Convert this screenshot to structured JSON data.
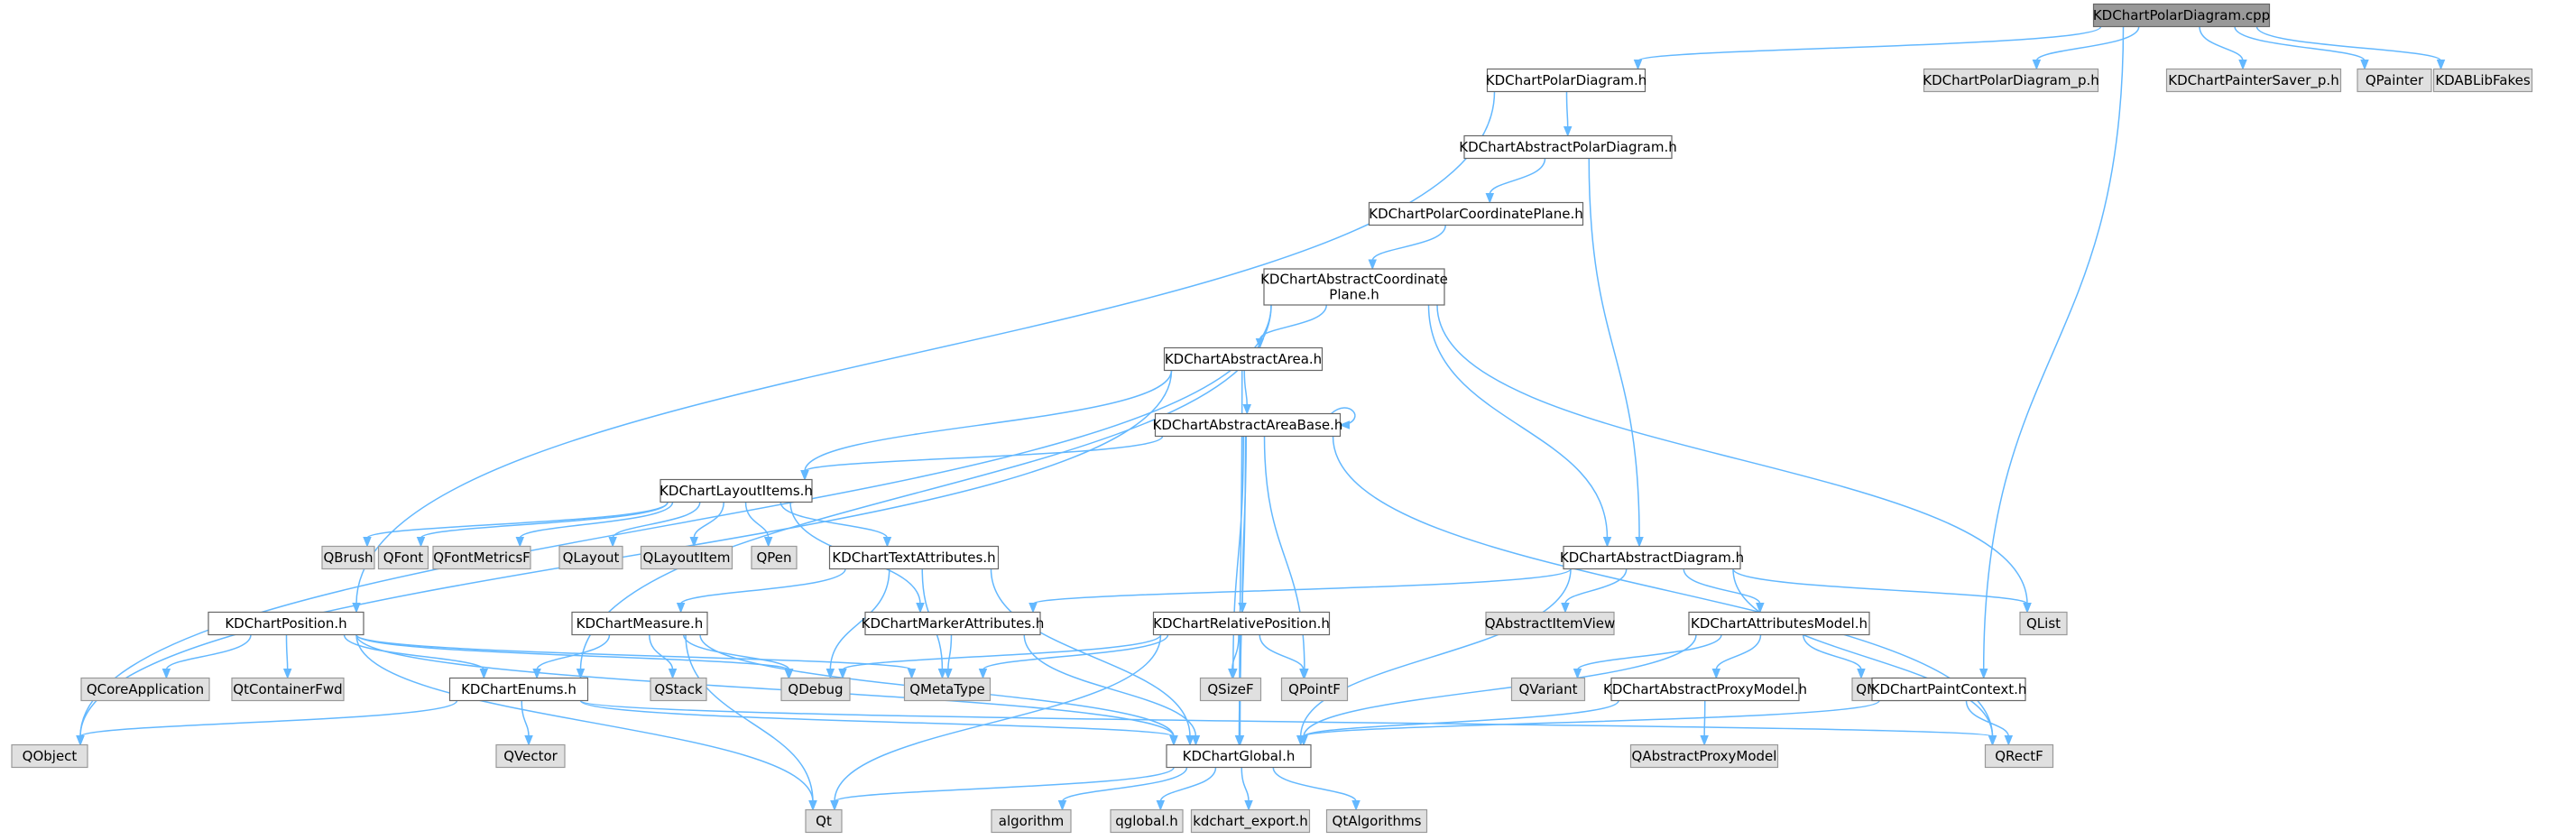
{
  "colors": {
    "edge": "#63b8ff",
    "root_fill": "#999999",
    "header_fill": "#ffffff",
    "external_fill": "#e0e0e0",
    "border": "#666666"
  },
  "nodes": [
    {
      "id": "root",
      "label": "KDChartPolarDiagram.cpp",
      "kind": "root"
    },
    {
      "id": "polar_h",
      "label": "KDChartPolarDiagram.h",
      "kind": "header"
    },
    {
      "id": "polar_p",
      "label": "KDChartPolarDiagram_p.h",
      "kind": "external"
    },
    {
      "id": "saver",
      "label": "KDChartPainterSaver_p.h",
      "kind": "external"
    },
    {
      "id": "qpainter",
      "label": "QPainter",
      "kind": "external"
    },
    {
      "id": "kdablib",
      "label": "KDABLibFakes",
      "kind": "external"
    },
    {
      "id": "abspolar",
      "label": "KDChartAbstractPolarDiagram.h",
      "kind": "header"
    },
    {
      "id": "polarcoord",
      "label": "KDChartPolarCoordinatePlane.h",
      "kind": "header"
    },
    {
      "id": "abscoord",
      "label": "KDChartAbstractCoordinate\nPlane.h",
      "kind": "header"
    },
    {
      "id": "absarea",
      "label": "KDChartAbstractArea.h",
      "kind": "header"
    },
    {
      "id": "absareabase",
      "label": "KDChartAbstractAreaBase.h",
      "kind": "header"
    },
    {
      "id": "layoutitems",
      "label": "KDChartLayoutItems.h",
      "kind": "header"
    },
    {
      "id": "qbrush",
      "label": "QBrush",
      "kind": "external"
    },
    {
      "id": "qfont",
      "label": "QFont",
      "kind": "external"
    },
    {
      "id": "qfontmetrics",
      "label": "QFontMetricsF",
      "kind": "external"
    },
    {
      "id": "qlayout",
      "label": "QLayout",
      "kind": "external"
    },
    {
      "id": "qlayoutitem",
      "label": "QLayoutItem",
      "kind": "external"
    },
    {
      "id": "qpen",
      "label": "QPen",
      "kind": "external"
    },
    {
      "id": "textattr",
      "label": "KDChartTextAttributes.h",
      "kind": "header"
    },
    {
      "id": "absdiagram",
      "label": "KDChartAbstractDiagram.h",
      "kind": "header"
    },
    {
      "id": "position",
      "label": "KDChartPosition.h",
      "kind": "header"
    },
    {
      "id": "measure",
      "label": "KDChartMeasure.h",
      "kind": "header"
    },
    {
      "id": "markerattr",
      "label": "KDChartMarkerAttributes.h",
      "kind": "header"
    },
    {
      "id": "relpos",
      "label": "KDChartRelativePosition.h",
      "kind": "header"
    },
    {
      "id": "qabsitemview",
      "label": "QAbstractItemView",
      "kind": "external"
    },
    {
      "id": "attrmodel",
      "label": "KDChartAttributesModel.h",
      "kind": "header"
    },
    {
      "id": "qlist",
      "label": "QList",
      "kind": "external"
    },
    {
      "id": "qcoreapp",
      "label": "QCoreApplication",
      "kind": "external"
    },
    {
      "id": "qtcontainer",
      "label": "QtContainerFwd",
      "kind": "external"
    },
    {
      "id": "enums",
      "label": "KDChartEnums.h",
      "kind": "header"
    },
    {
      "id": "qstack",
      "label": "QStack",
      "kind": "external"
    },
    {
      "id": "qdebug",
      "label": "QDebug",
      "kind": "external"
    },
    {
      "id": "qmetatype",
      "label": "QMetaType",
      "kind": "external"
    },
    {
      "id": "qsizef",
      "label": "QSizeF",
      "kind": "external"
    },
    {
      "id": "qpointf",
      "label": "QPointF",
      "kind": "external"
    },
    {
      "id": "qvariant",
      "label": "QVariant",
      "kind": "external"
    },
    {
      "id": "absproxy",
      "label": "KDChartAbstractProxyModel.h",
      "kind": "header"
    },
    {
      "id": "qmap",
      "label": "QMap",
      "kind": "external"
    },
    {
      "id": "paintctx",
      "label": "KDChartPaintContext.h",
      "kind": "header"
    },
    {
      "id": "qobject",
      "label": "QObject",
      "kind": "external"
    },
    {
      "id": "qvector",
      "label": "QVector",
      "kind": "external"
    },
    {
      "id": "global",
      "label": "KDChartGlobal.h",
      "kind": "header"
    },
    {
      "id": "qabsproxymodel",
      "label": "QAbstractProxyModel",
      "kind": "external"
    },
    {
      "id": "qrectf",
      "label": "QRectF",
      "kind": "external"
    },
    {
      "id": "qt",
      "label": "Qt",
      "kind": "external"
    },
    {
      "id": "algorithm",
      "label": "algorithm",
      "kind": "external"
    },
    {
      "id": "qglobal",
      "label": "qglobal.h",
      "kind": "external"
    },
    {
      "id": "kdexport",
      "label": "kdchart_export.h",
      "kind": "external"
    },
    {
      "id": "qtalgorithms",
      "label": "QtAlgorithms",
      "kind": "external"
    }
  ],
  "edges": [
    [
      "root",
      "polar_h"
    ],
    [
      "root",
      "polar_p"
    ],
    [
      "root",
      "saver"
    ],
    [
      "root",
      "qpainter"
    ],
    [
      "root",
      "kdablib"
    ],
    [
      "root",
      "paintctx"
    ],
    [
      "polar_h",
      "abspolar"
    ],
    [
      "polar_h",
      "position"
    ],
    [
      "abspolar",
      "polarcoord"
    ],
    [
      "abspolar",
      "absdiagram"
    ],
    [
      "polarcoord",
      "abscoord"
    ],
    [
      "abscoord",
      "absarea"
    ],
    [
      "abscoord",
      "absdiagram"
    ],
    [
      "abscoord",
      "qlist"
    ],
    [
      "abscoord",
      "qobject"
    ],
    [
      "abscoord",
      "enums"
    ],
    [
      "absarea",
      "absareabase"
    ],
    [
      "absarea",
      "layoutitems"
    ],
    [
      "absarea",
      "qobject"
    ],
    [
      "absarea",
      "global"
    ],
    [
      "absareabase",
      "absareabase"
    ],
    [
      "absareabase",
      "layoutitems"
    ],
    [
      "absareabase",
      "relpos"
    ],
    [
      "absareabase",
      "global"
    ],
    [
      "absareabase",
      "qsizef"
    ],
    [
      "absareabase",
      "qpointf"
    ],
    [
      "absareabase",
      "qrectf"
    ],
    [
      "layoutitems",
      "qbrush"
    ],
    [
      "layoutitems",
      "qfont"
    ],
    [
      "layoutitems",
      "qfontmetrics"
    ],
    [
      "layoutitems",
      "qlayout"
    ],
    [
      "layoutitems",
      "qlayoutitem"
    ],
    [
      "layoutitems",
      "qpen"
    ],
    [
      "layoutitems",
      "textattr"
    ],
    [
      "layoutitems",
      "markerattr"
    ],
    [
      "textattr",
      "measure"
    ],
    [
      "textattr",
      "qdebug"
    ],
    [
      "textattr",
      "qmetatype"
    ],
    [
      "textattr",
      "global"
    ],
    [
      "absdiagram",
      "markerattr"
    ],
    [
      "absdiagram",
      "qabsitemview"
    ],
    [
      "absdiagram",
      "attrmodel"
    ],
    [
      "absdiagram",
      "qlist"
    ],
    [
      "absdiagram",
      "global"
    ],
    [
      "absdiagram",
      "qrectf"
    ],
    [
      "position",
      "qcoreapp"
    ],
    [
      "position",
      "qtcontainer"
    ],
    [
      "position",
      "enums"
    ],
    [
      "position",
      "qdebug"
    ],
    [
      "position",
      "qmetatype"
    ],
    [
      "position",
      "global"
    ],
    [
      "position",
      "qt"
    ],
    [
      "measure",
      "enums"
    ],
    [
      "measure",
      "qstack"
    ],
    [
      "measure",
      "qdebug"
    ],
    [
      "measure",
      "global"
    ],
    [
      "measure",
      "qt"
    ],
    [
      "markerattr",
      "qmetatype"
    ],
    [
      "markerattr",
      "global"
    ],
    [
      "relpos",
      "qdebug"
    ],
    [
      "relpos",
      "qmetatype"
    ],
    [
      "relpos",
      "qsizef"
    ],
    [
      "relpos",
      "qpointf"
    ],
    [
      "relpos",
      "global"
    ],
    [
      "relpos",
      "qt"
    ],
    [
      "attrmodel",
      "qvariant"
    ],
    [
      "attrmodel",
      "absproxy"
    ],
    [
      "attrmodel",
      "qmap"
    ],
    [
      "attrmodel",
      "global"
    ],
    [
      "absproxy",
      "qabsproxymodel"
    ],
    [
      "absproxy",
      "global"
    ],
    [
      "paintctx",
      "global"
    ],
    [
      "paintctx",
      "qrectf"
    ],
    [
      "enums",
      "qobject"
    ],
    [
      "enums",
      "qvector"
    ],
    [
      "enums",
      "global"
    ],
    [
      "enums",
      "qrectf"
    ],
    [
      "global",
      "qt"
    ],
    [
      "global",
      "algorithm"
    ],
    [
      "global",
      "qglobal"
    ],
    [
      "global",
      "kdexport"
    ],
    [
      "global",
      "qtalgorithms"
    ]
  ]
}
